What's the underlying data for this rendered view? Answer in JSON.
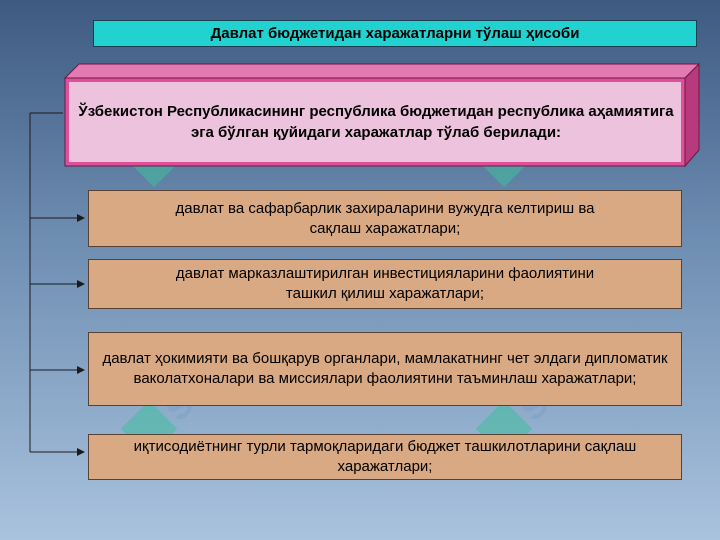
{
  "title": "Давлат бюджетидан харажатларни тўлаш ҳисоби",
  "main_statement": "Ўзбекистон Республикасининг республика бюджетидан республика аҳамиятига эга бўлган қуйидаги харажатлар тўлаб берилади:",
  "items": [
    {
      "text": "давлат ва сафарбарлик захираларини вужудга келтириш ва сақлаш харажатлари;"
    },
    {
      "text": "давлат марказлаштирилган инвестицияларини фаолиятини ташкил қилиш харажатлари;"
    },
    {
      "text": "давлат ҳокимияти ва бошқарув органлари, мамлакатнинг чет элдаги дипломатик ваколатхоналари ва миссиялари фаолиятини таъминлаш харажатлари;"
    },
    {
      "text": "иқтисодиётнинг турли тармоқларидаги бюджет ташкилотларини сақлаш харажатлари;"
    }
  ],
  "watermark": "soft",
  "colors": {
    "title_bg": "#22d2d0",
    "main_box_face": "#e0509a",
    "main_box_text_area": "#ecc2dc",
    "item_bg": "#d9a983",
    "watermark": "#3fbf9e"
  }
}
